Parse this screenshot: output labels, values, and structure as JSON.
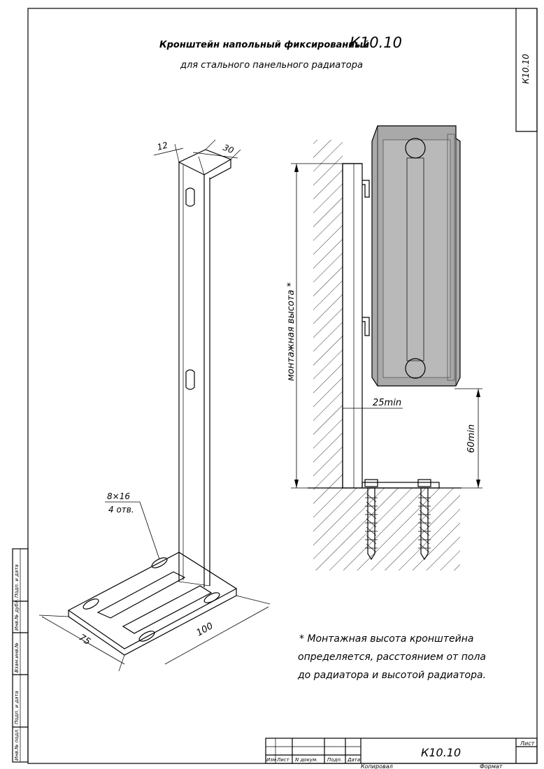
{
  "title": "Кронштейн напольный фиксированный",
  "title_code": "К10.10",
  "subtitle": "для стального панельного радиатора",
  "corner_code": "К10.10",
  "dimensions": {
    "top_width": "30",
    "top_depth": "12",
    "hole_size": "8×16",
    "hole_count": "4 отв.",
    "base_width": "75",
    "base_length": "100",
    "mount_height": "монтажная высота *",
    "wall_gap": "25min",
    "floor_gap": "60min"
  },
  "note_lines": [
    "* Монтажная высота кронштейна",
    "определяется, расстоянием от пола",
    "до радиатора и высотой радиатора."
  ],
  "side_stamp": [
    "Подп. и дата",
    "Инв.№ дубл.",
    "Взам.инв.№",
    "Подп. и дата",
    "Инв.№ подл."
  ],
  "title_block": {
    "headers": [
      "Изм",
      "Лист",
      "N докум.",
      "Подп.",
      "Дата"
    ],
    "code": "К10.10",
    "sheet_label": "Лист",
    "copied": "Копировал",
    "format": "Формат"
  },
  "colors": {
    "radiator_fill": "#a9a9a9",
    "line": "#000000"
  }
}
